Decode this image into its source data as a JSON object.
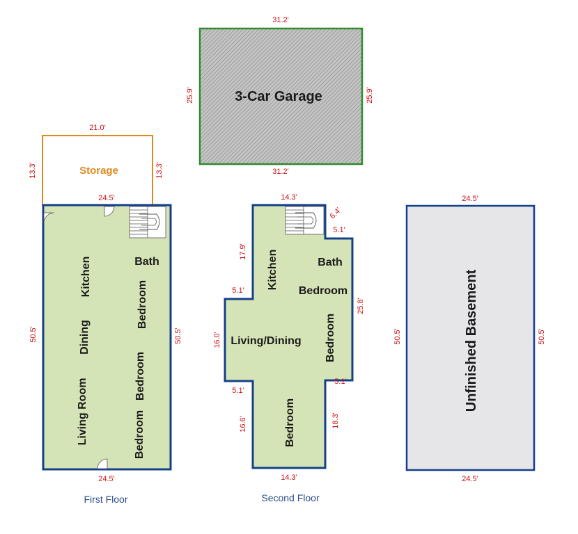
{
  "garage": {
    "label": "3-Car Garage",
    "dims": {
      "top": "31.2'",
      "bottom": "31.2'",
      "left": "25.9'",
      "right": "25.9'"
    }
  },
  "storage": {
    "label": "Storage",
    "dims": {
      "top": "21.0'",
      "left": "13.3'",
      "right": "13.3'"
    }
  },
  "first_floor": {
    "caption": "First Floor",
    "dims": {
      "top": "24.5'",
      "bottom": "24.5'",
      "left": "50.5'",
      "right": "50.5'"
    },
    "rooms": {
      "kitchen": "Kitchen",
      "dining": "Dining",
      "living": "Living Room",
      "bath": "Bath",
      "bedroom_1": "Bedroom",
      "bedroom_2": "Bedroom",
      "bedroom_3": "Bedroom"
    }
  },
  "second_floor": {
    "caption": "Second Floor",
    "dims": {
      "top": "14.3'",
      "top_right_notch": "6.4'",
      "notch_width": "5.1'",
      "upper_left": "17.9'",
      "left_step_top": "5.1'",
      "left_middle": "16.0'",
      "left_step_bottom": "5.1'",
      "lower_left": "16.6'",
      "right": "25.8'",
      "right_step": "5.1'",
      "lower_right": "18.3'",
      "bottom": "14.3'"
    },
    "rooms": {
      "kitchen": "Kitchen",
      "bath": "Bath",
      "bedroom_1": "Bedroom",
      "bedroom_2": "Bedroom",
      "bedroom_3": "Bedroom",
      "living_dining": "Living/Dining"
    }
  },
  "basement": {
    "label": "Unfinished Basement",
    "dims": {
      "top": "24.5'",
      "bottom": "24.5'",
      "left": "50.5'",
      "right": "50.5'"
    }
  },
  "colors": {
    "floor_fill": "#d5e4b6",
    "wall": "#14408a",
    "garage_border": "#2e8b2e",
    "garage_fill": "#bcbcbc",
    "storage_border": "#e08a1e",
    "basement_fill": "#e6e6e8",
    "dimension_text": "#cc1111",
    "caption_text": "#2a4e86"
  }
}
